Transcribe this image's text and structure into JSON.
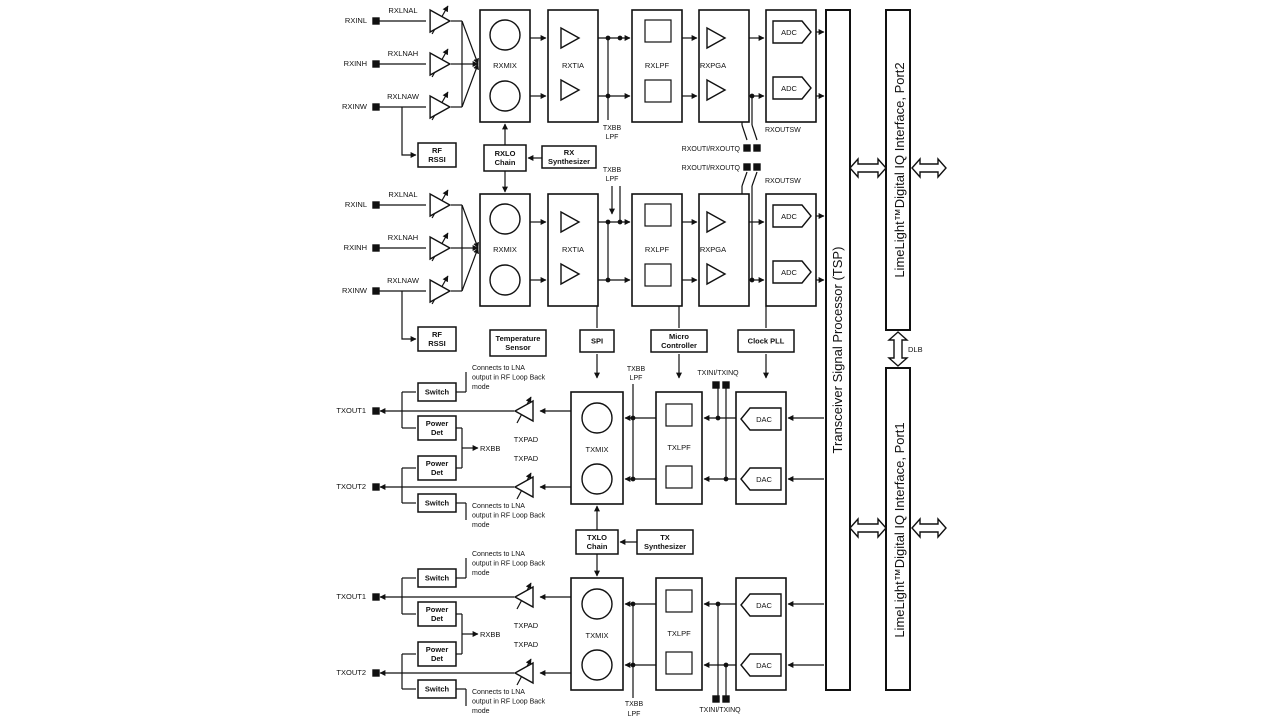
{
  "rx_inputs": [
    "RXINL",
    "RXINH",
    "RXINW"
  ],
  "rx_lna": [
    "RXLNAL",
    "RXLNAH",
    "RXLNAW"
  ],
  "rf_rssi": [
    "RF",
    "RSSI"
  ],
  "rxmix": "RXMIX",
  "rxtia": "RXTIA",
  "rxlpf": "RXLPF",
  "rxpga": "RXPGA",
  "adc": "ADC",
  "dac": "DAC",
  "rxlo_chain": [
    "RXLO",
    "Chain"
  ],
  "rx_synth": [
    "RX",
    "Synthesizer"
  ],
  "txbb_lpf": [
    "TXBB",
    "LPF"
  ],
  "rxout_iq": "RXOUTI/RXOUTQ",
  "rxoutsw": "RXOUTSW",
  "temp_sensor": [
    "Temperature",
    "Sensor"
  ],
  "spi": "SPI",
  "micro": [
    "Micro",
    "Controller"
  ],
  "clock_pll": "Clock PLL",
  "tsp": "Transceiver Signal Processor (TSP)",
  "lml_port2": "LimeLight™Digital IQ Interface, Port2",
  "lml_port1": "LimeLight™Digital IQ Interface, Port1",
  "dlb": "DLB",
  "switch": "Switch",
  "power_det": [
    "Power",
    "Det"
  ],
  "connects_note": [
    "Connects to LNA",
    "output in RF Loop Back",
    "mode"
  ],
  "txout": [
    "TXOUT1",
    "TXOUT2"
  ],
  "txpad": "TXPAD",
  "rxbb": "RXBB",
  "txmix": "TXMIX",
  "txlpf": "TXLPF",
  "txin_iq": "TXINI/TXINQ",
  "txlo_chain": [
    "TXLO",
    "Chain"
  ],
  "tx_synth": [
    "TX",
    "Synthesizer"
  ]
}
